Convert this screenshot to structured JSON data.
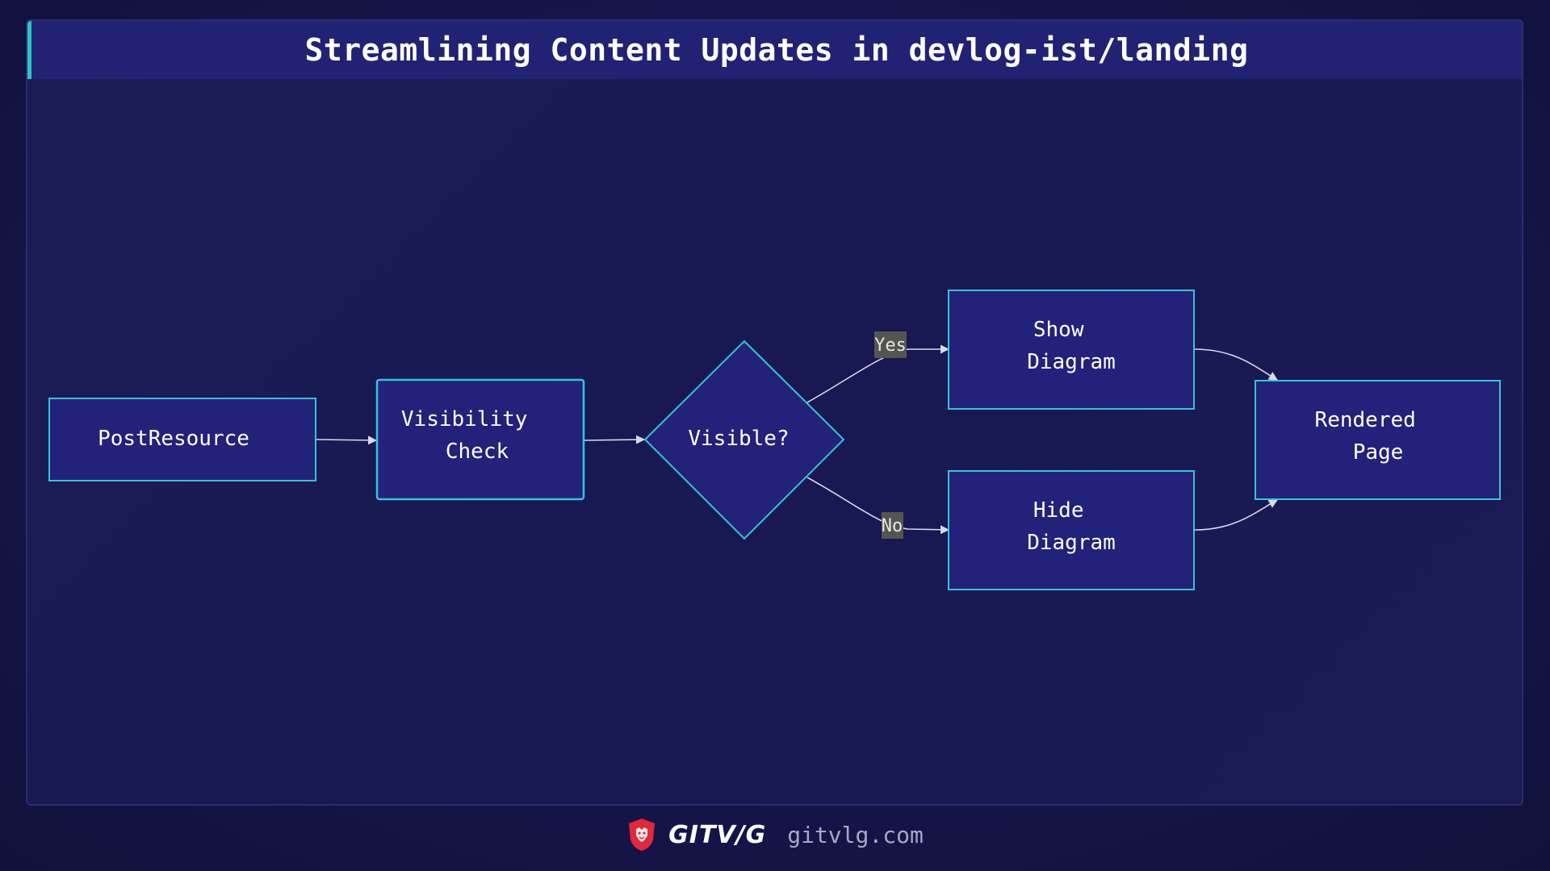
{
  "title": "Streamlining Content Updates in devlog-ist/landing",
  "colors": {
    "node_fill": "#22227a",
    "node_stroke": "#35c4d4",
    "edge": "#d8d8e8",
    "edge_label_bg": "#555550",
    "accent": "#2ec4c4",
    "logo": "#e0293a"
  },
  "nodes": {
    "post_resource": [
      "PostResource"
    ],
    "visibility_check": [
      "Visibility",
      "Check"
    ],
    "visible_decision": [
      "Visible?"
    ],
    "show_diagram": [
      "Show",
      "Diagram"
    ],
    "hide_diagram": [
      "Hide",
      "Diagram"
    ],
    "rendered_page": [
      "Rendered",
      "Page"
    ]
  },
  "edges": {
    "yes": "Yes",
    "no": "No"
  },
  "footer": {
    "logo_icon": "lion-shield-icon",
    "brand": "GITV/G",
    "url": "gitvlg.com"
  }
}
